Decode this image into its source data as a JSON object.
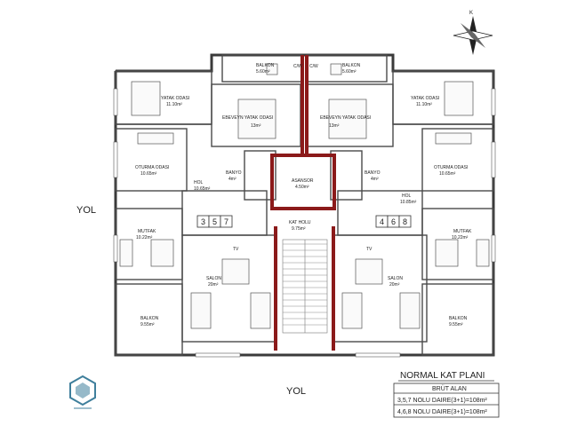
{
  "roads": {
    "left": "YOL",
    "bottom": "YOL"
  },
  "title": "NORMAL KAT PLANI",
  "area_table": {
    "header": "BRÜT ALAN",
    "rows": [
      "3,5,7 NOLU DAIRE(3+1)=108m²",
      "4,6,8 NOLU DAIRE(3+1)=108m²"
    ]
  },
  "unit_numbers": {
    "left": [
      "3",
      "5",
      "7"
    ],
    "right": [
      "4",
      "6",
      "8"
    ]
  },
  "rooms_left": {
    "balkon_top": {
      "name": "BALKON",
      "area": "5.60m²"
    },
    "yatak": {
      "name": "YATAK ODASI",
      "area": "11.10m²"
    },
    "ebeveyn": {
      "name": "EBEVEYN YATAK ODASI",
      "area": "13m²"
    },
    "oturma": {
      "name": "OTURMA ODASI",
      "area": "10.65m²"
    },
    "hol": {
      "name": "HOL",
      "area": "10.65m²"
    },
    "banyo": {
      "name": "BANYO",
      "area": "4m²"
    },
    "mutfak": {
      "name": "MUTFAK",
      "area": "10.22m²"
    },
    "salon": {
      "name": "SALON",
      "area": "20m²"
    },
    "balkon_bottom": {
      "name": "BALKON",
      "area": "9.55m²"
    }
  },
  "rooms_right": {
    "balkon_top": {
      "name": "BALKON",
      "area": "5.60m²"
    },
    "yatak": {
      "name": "YATAK ODASI",
      "area": "11.10m²"
    },
    "ebeveyn": {
      "name": "EBEVEYN YATAK ODASI",
      "area": "13m²"
    },
    "oturma": {
      "name": "OTURMA ODASI",
      "area": "10.65m²"
    },
    "hol": {
      "name": "HOL",
      "area": "10.85m²"
    },
    "banyo": {
      "name": "BANYO",
      "area": "4m²"
    },
    "mutfak": {
      "name": "MUTFAK",
      "area": "10.22m²"
    },
    "salon": {
      "name": "SALON",
      "area": "20m²"
    },
    "balkon_bottom": {
      "name": "BALKON",
      "area": "9.55m²"
    }
  },
  "core": {
    "asansor": {
      "name": "ASANSOR",
      "area": "4.50m²"
    },
    "kat_holu": {
      "name": "KAT HOLU",
      "area": "9.75m²"
    }
  },
  "misc": {
    "cw": "C/W",
    "tv": "TV",
    "compass": "K"
  },
  "colors": {
    "shaft": "#8b1a1a",
    "wall": "#3a3a3a",
    "logo": "#3f7f9c"
  }
}
